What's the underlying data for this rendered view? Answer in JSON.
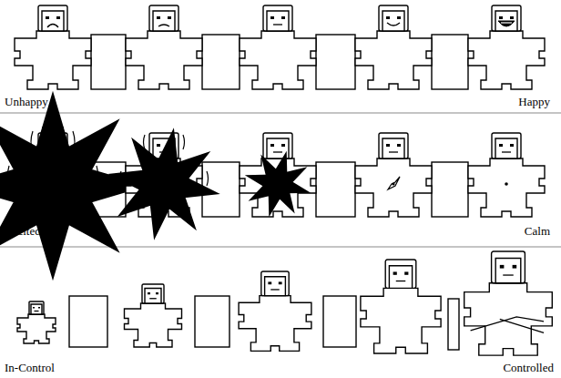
{
  "diagram": {
    "labels": [
      "Unhappy",
      "Happy",
      "Excited",
      "Calm",
      "In-Control",
      "Controlled"
    ]
  }
}
